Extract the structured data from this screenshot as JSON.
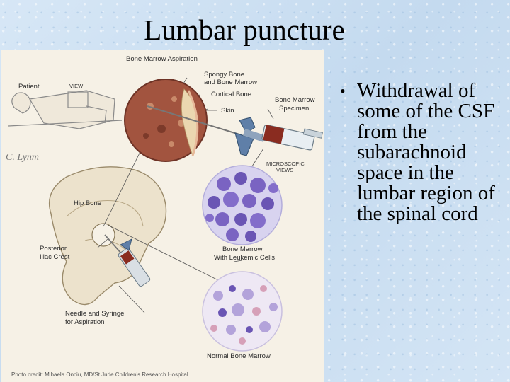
{
  "slide": {
    "title": "Lumbar puncture",
    "bullet": "Withdrawal of some of the CSF from the subarachnoid space in the lumbar region of the spinal cord"
  },
  "figure": {
    "labels": {
      "bone_marrow_aspiration": "Bone Marrow Aspiration",
      "patient": "Patient",
      "view": "VIEW",
      "spongy_bone_1": "Spongy Bone",
      "spongy_bone_2": "and Bone Marrow",
      "cortical_bone": "Cortical Bone",
      "skin": "Skin",
      "specimen_1": "Bone Marrow",
      "specimen_2": "Specimen",
      "microscopic_1": "MICROSCOPIC",
      "microscopic_2": "VIEWS",
      "hip_bone": "Hip Bone",
      "posterior_1": "Posterior",
      "posterior_2": "Iliac Crest",
      "leukemic_1": "Bone Marrow",
      "leukemic_2": "With Leukemic Cells",
      "needle_1": "Needle and Syringe",
      "needle_2": "for Aspiration",
      "normal": "Normal Bone Marrow",
      "signature": "C. Lynm",
      "credit": "Photo credit: Mihaela Onciu, MD/St Jude Children's Research Hospital"
    }
  },
  "colors": {
    "background": "#cfe1f3",
    "figure_bg": "#f6f1e6",
    "marrow": "#9c4a3a",
    "leukemic_cell": "#7a63c2",
    "normal_cell": "#b3a3da",
    "syringe_red": "#8a2c20"
  }
}
